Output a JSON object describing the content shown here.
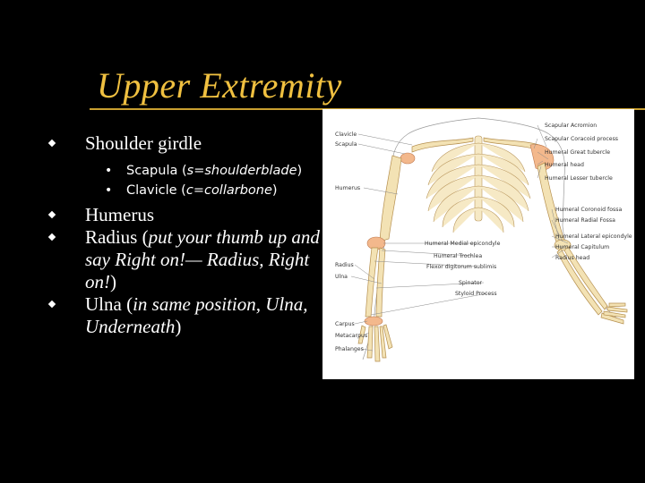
{
  "title": "Upper Extremity",
  "bullets": {
    "shoulder_girdle": "Shoulder girdle",
    "scapula_a": "Scapula (",
    "scapula_b": "s=shoulderblade",
    "scapula_c": ")",
    "clavicle_a": "Clavicle (",
    "clavicle_b": "c=collarbone",
    "clavicle_c": ")",
    "humerus": "Humerus",
    "radius_a": "Radius (",
    "radius_b": "put your thumb up and say Right on!— Radius, Right on!",
    "radius_c": ")",
    "ulna_a": "Ulna (",
    "ulna_b": "in same position, Ulna, Underneath",
    "ulna_c": ")"
  },
  "figure_labels": {
    "left": [
      "Clavicle",
      "Scapula",
      "Humerus",
      "Radius",
      "Ulna",
      "Carpus",
      "Metacarpus",
      "Phalanges"
    ],
    "right": [
      "Scapular Acromion",
      "Scapular Coracoid process",
      "Humeral Great tubercle",
      "Humeral head",
      "Humeral Lesser tubercle",
      "Humeral Coronoid fossa",
      "Humeral Radial Fossa",
      "Humeral Lateral epicondyle",
      "Humeral Capitulum",
      "Radius head"
    ],
    "center": [
      "Humeral Medial epicondyle",
      "Humeral Trochlea",
      "Flexor digitorum sublimis",
      "Spinator",
      "Styloid Process"
    ]
  },
  "colors": {
    "title": "#f0c040",
    "background": "#000000",
    "text": "#ffffff"
  }
}
